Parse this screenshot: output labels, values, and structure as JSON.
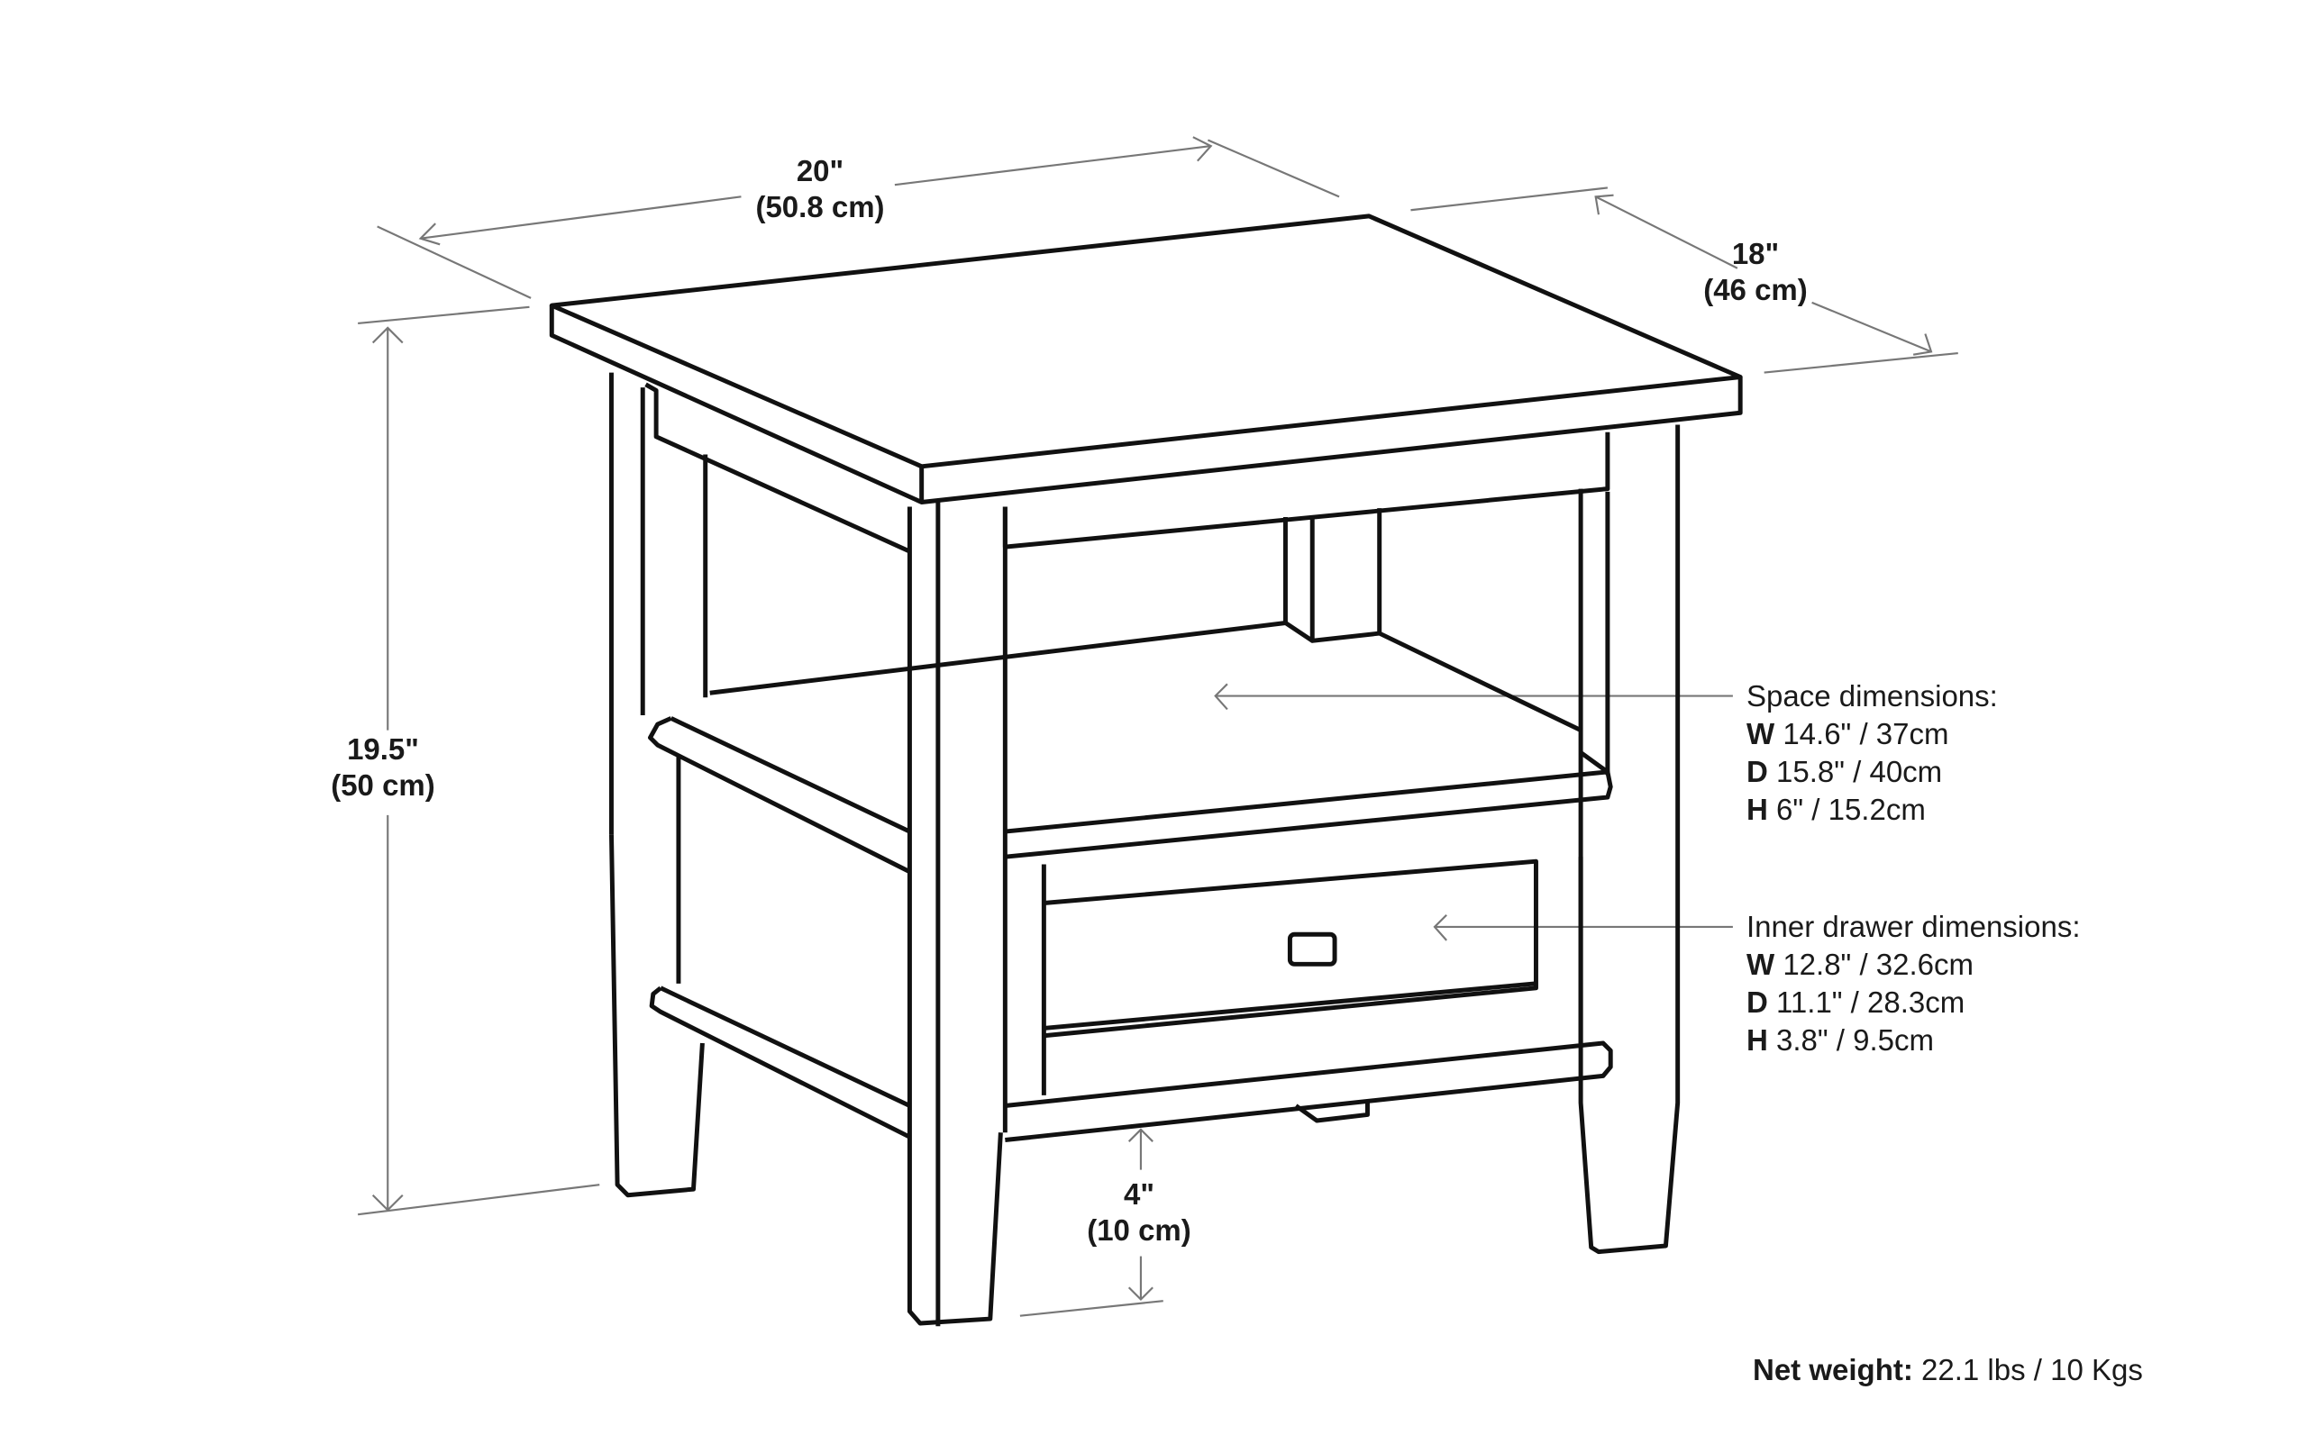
{
  "diagram": {
    "subject": "End table with open shelf and drawer - dimension drawing",
    "colors": {
      "line": "#111111",
      "dimension_line": "#777777",
      "text": "#1a1a1a",
      "background": "#ffffff"
    }
  },
  "dimensions": {
    "width": {
      "imperial": "20\"",
      "metric": "(50.8 cm)"
    },
    "depth": {
      "imperial": "18\"",
      "metric": "(46 cm)"
    },
    "height": {
      "imperial": "19.5\"",
      "metric": "(50 cm)"
    },
    "clearance": {
      "imperial": "4\"",
      "metric": "(10 cm)"
    }
  },
  "space": {
    "title": "Space dimensions:",
    "rows": [
      {
        "key": "W",
        "value": "14.6\" / 37cm"
      },
      {
        "key": "D",
        "value": "15.8\" / 40cm"
      },
      {
        "key": "H",
        "value": "6\" / 15.2cm"
      }
    ]
  },
  "drawer": {
    "title": "Inner drawer dimensions:",
    "rows": [
      {
        "key": "W",
        "value": "12.8\" / 32.6cm"
      },
      {
        "key": "D",
        "value": "11.1\" / 28.3cm"
      },
      {
        "key": "H",
        "value": "3.8\" / 9.5cm"
      }
    ]
  },
  "net_weight": {
    "label": "Net weight:",
    "value": "22.1 lbs / 10 Kgs"
  }
}
